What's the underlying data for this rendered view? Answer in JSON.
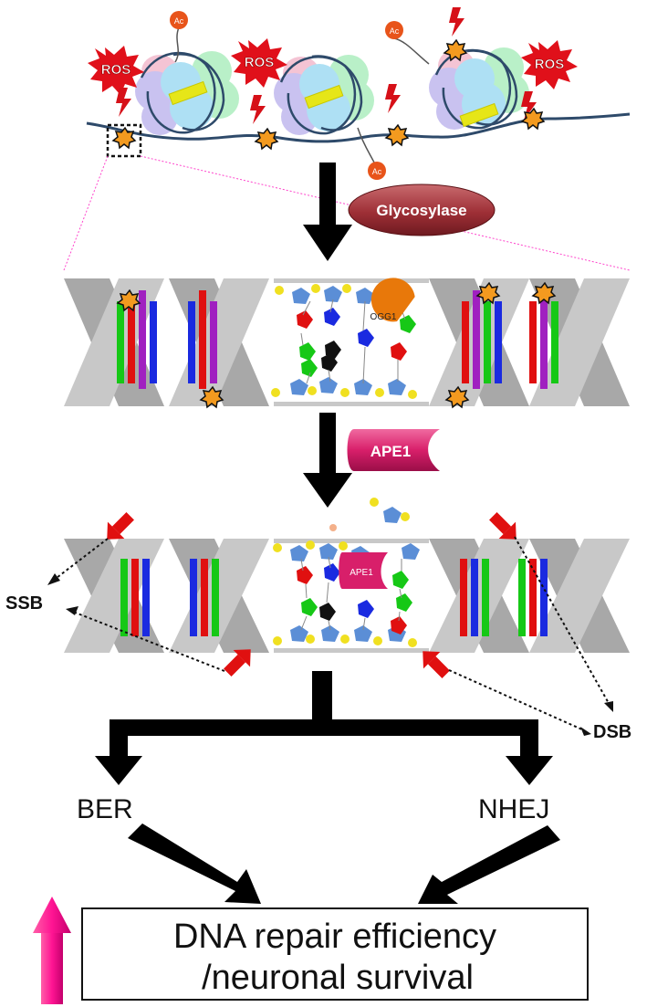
{
  "labels": {
    "ros": "ROS",
    "ac": "Ac",
    "glycosylase": "Glycosylase",
    "ogg1": "OGG1",
    "ape1_enzyme": "APE1",
    "ape1_bound": "APE1",
    "ssb": "SSB",
    "dsb": "DSB",
    "ber": "BER",
    "nhej": "NHEJ",
    "outcome_line1": "DNA repair efficiency",
    "outcome_line2": "/neuronal survival"
  },
  "colors": {
    "ros_burst": "#e0101a",
    "lightning": "#d61018",
    "lesion": "#f39a1f",
    "acetyl": "#e8541a",
    "glycosylase": "#a8343a",
    "ape1": "#d81f6a",
    "up_arrow": "#ff1493",
    "damage_arrow": "#e01010",
    "dna_strand": "#a8a8a8",
    "arrow": "#000000"
  }
}
